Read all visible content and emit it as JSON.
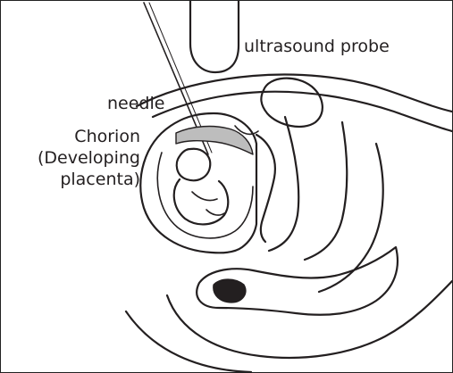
{
  "labels": {
    "ultrasound_probe": "ultrasound probe",
    "needle": "needle",
    "chorion_line1": "Chorion",
    "chorion_line2": "(Developing",
    "chorion_line3": "placenta)"
  },
  "colors": {
    "ink": "#231f20",
    "background": "#ffffff",
    "border": "#222222"
  }
}
